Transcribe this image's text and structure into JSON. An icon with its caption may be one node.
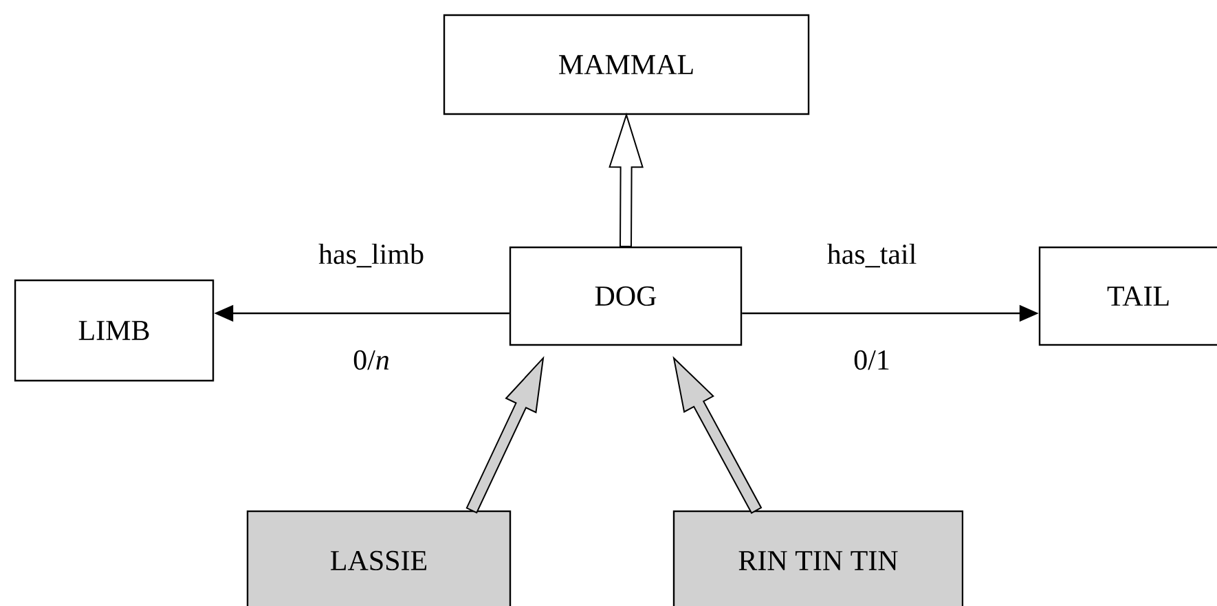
{
  "diagram": {
    "nodes": [
      {
        "text": [
          "MAMMAL"
        ]
      },
      {
        "text": [
          "DOG"
        ]
      },
      {
        "text": [
          "LIMB"
        ]
      },
      {
        "text": [
          "TAIL"
        ]
      },
      {
        "text": [
          "LASSIE"
        ]
      },
      {
        "text": [
          "RIN TIN TIN"
        ]
      }
    ],
    "edges": [
      {
        "from": 1,
        "to": 0,
        "arrow": "to",
        "style": "thick"
      },
      {
        "from": 1,
        "to": 2,
        "arrow": "to",
        "label": "has_limb"
      },
      {
        "from": 1,
        "to": 3,
        "arrow": "to",
        "label": "has_tail"
      },
      {
        "from": 4,
        "to": 1,
        "arrow": "to",
        "style": "thick"
      },
      {
        "from": 5,
        "to": 1,
        "arrow": "to",
        "style": "thick"
      }
    ],
    "labels": [
      "0/*n*",
      "0/1"
    ]
  }
}
